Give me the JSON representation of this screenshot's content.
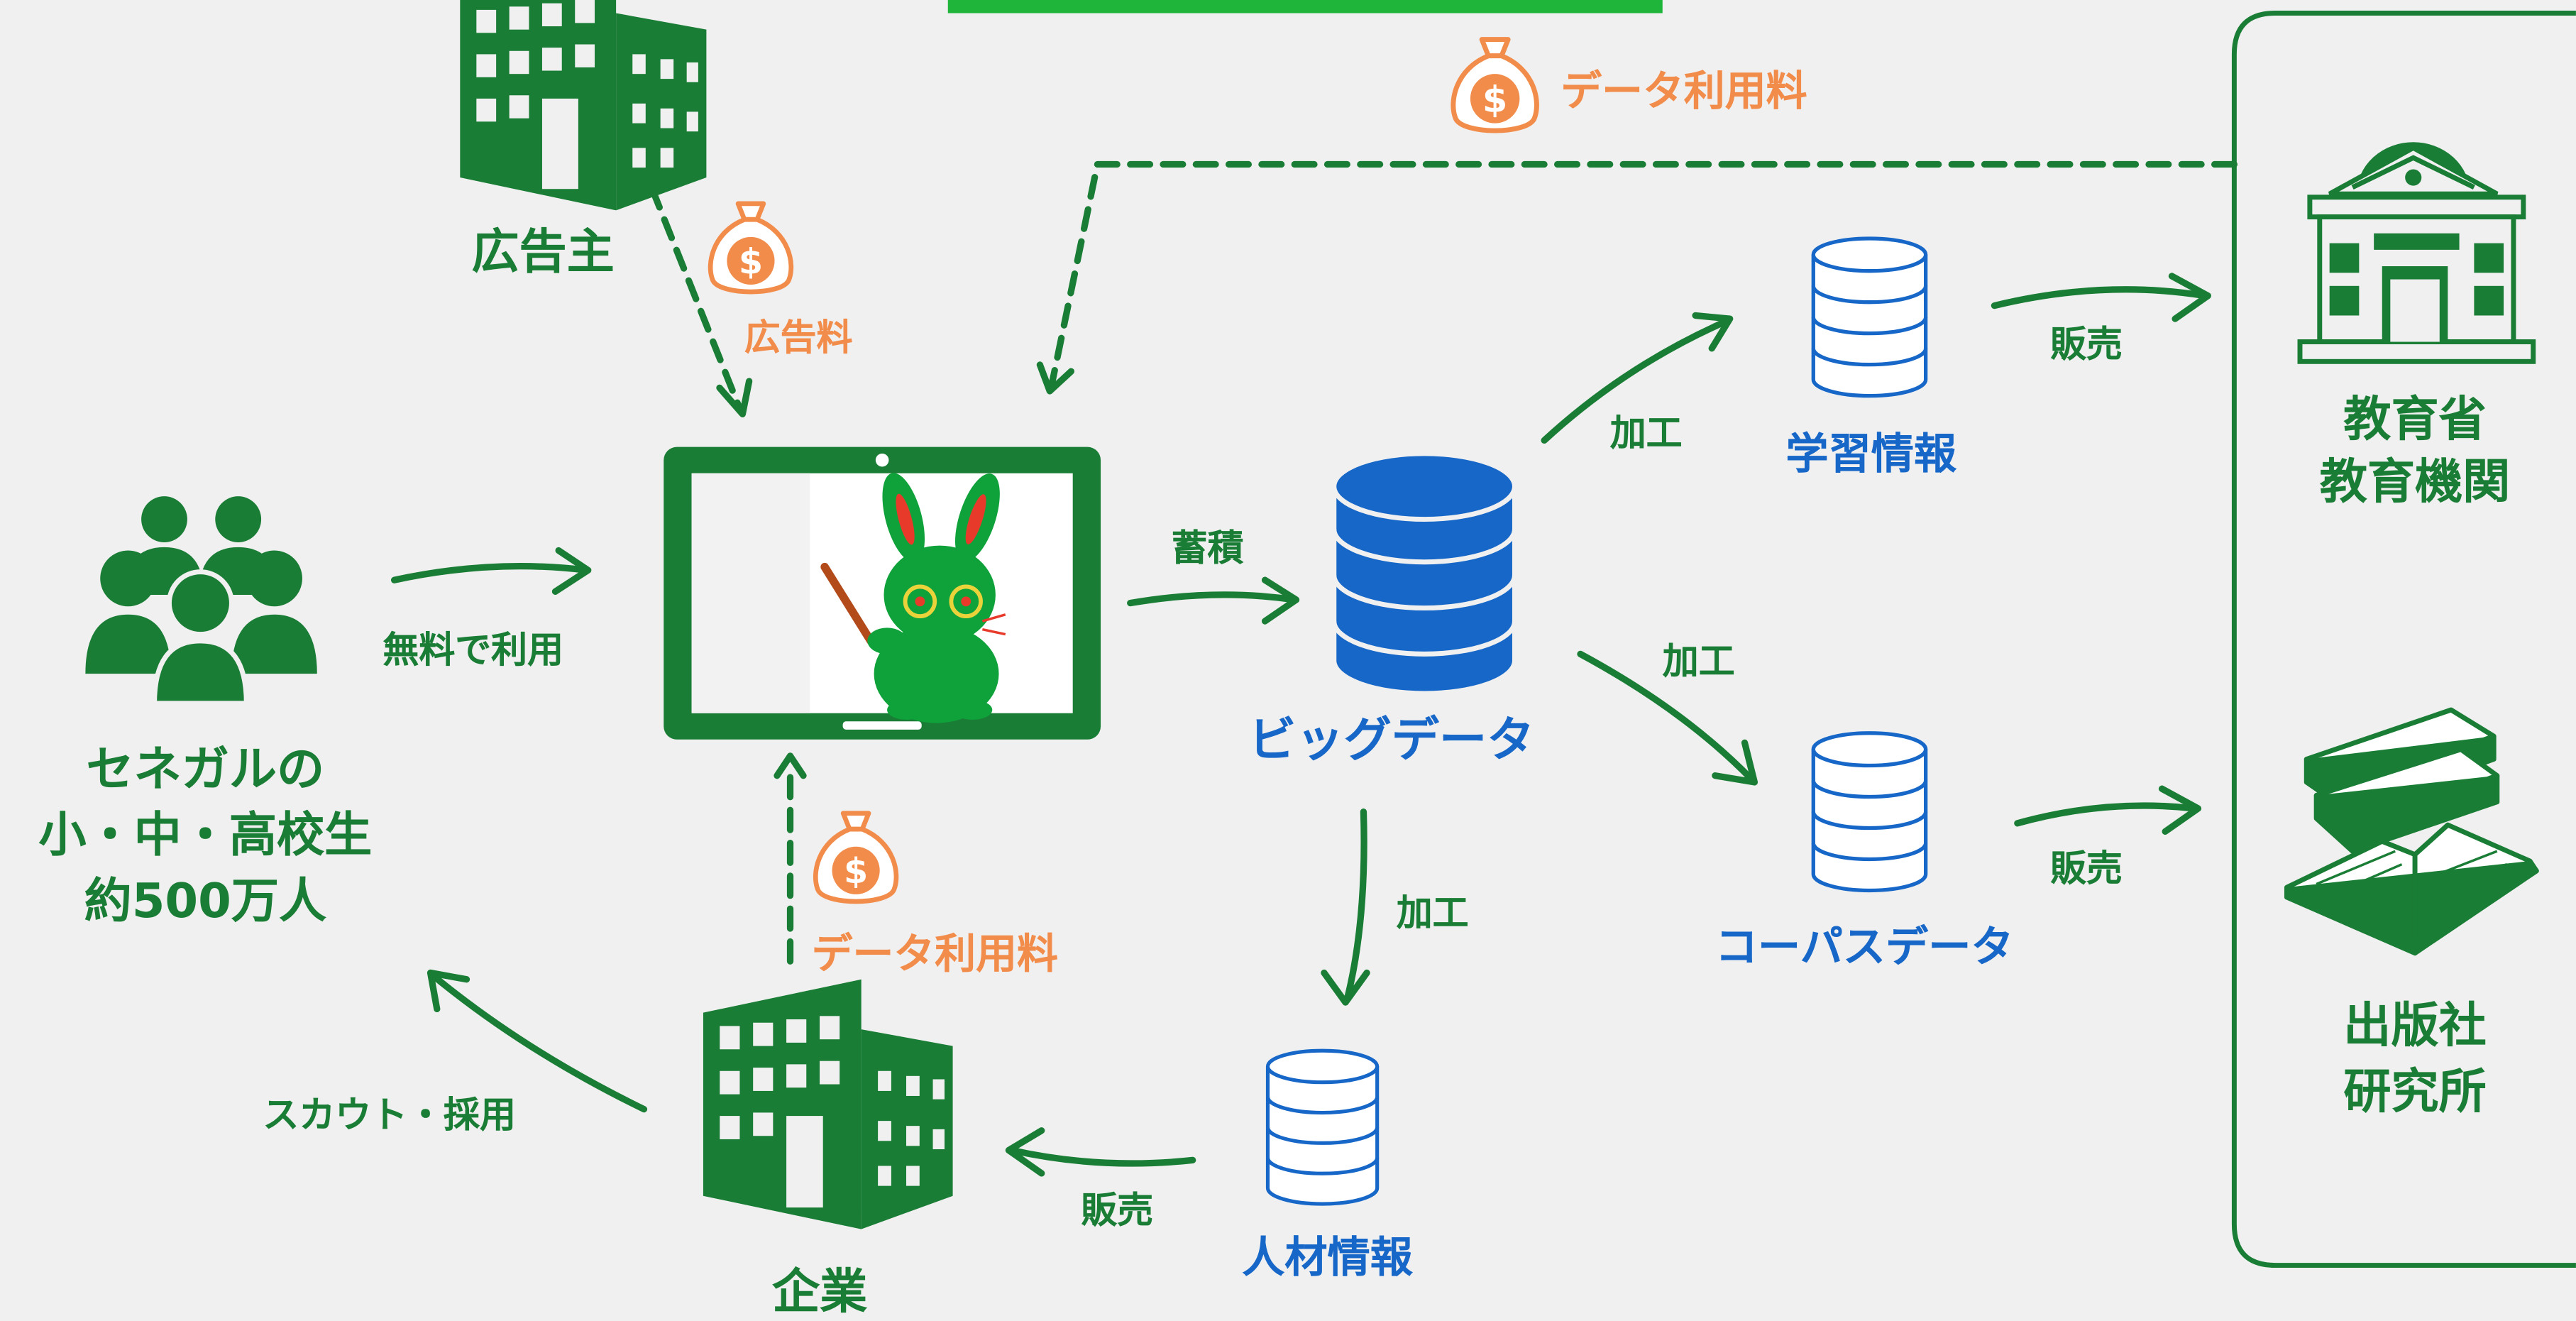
{
  "top_bar_color": "#1fb53a",
  "colors": {
    "green": "#1a7d35",
    "blue": "#1667c8",
    "orange": "#f28c4a",
    "background": "#f0f0f0"
  },
  "nodes": {
    "advertiser": {
      "label": "広告主",
      "icon": "office-building-icon"
    },
    "students": {
      "line1": "セネガルの",
      "line2": "小・中・高校生",
      "line3": "約500万人",
      "icon": "people-group-icon"
    },
    "tablet": {
      "icon": "tablet-app-icon",
      "mascot": "rabbit-teacher-mascot"
    },
    "big_data": {
      "label": "ビッグデータ",
      "icon": "database-icon"
    },
    "learning_info": {
      "label": "学習情報",
      "icon": "database-icon"
    },
    "corpus_data": {
      "label": "コーパスデータ",
      "icon": "database-icon"
    },
    "talent_info": {
      "label": "人材情報",
      "icon": "database-icon"
    },
    "company": {
      "label": "企業",
      "icon": "office-building-icon"
    },
    "ministry": {
      "line1": "教育省",
      "line2": "教育機関",
      "icon": "government-building-icon"
    },
    "publisher": {
      "line1": "出版社",
      "line2": "研究所",
      "icon": "books-icon"
    }
  },
  "edges": {
    "ad_fee": "広告料",
    "free_use": "無料で利用",
    "accumulate": "蓄積",
    "process_learning": "加工",
    "process_corpus": "加工",
    "process_talent": "加工",
    "sell_ministry": "販売",
    "sell_publisher": "販売",
    "sell_talent": "販売",
    "data_fee_company": "データ利用料",
    "data_fee_top": "データ利用料",
    "scout": "スカウト・採用"
  },
  "icons": {
    "money": "money-bag-icon"
  }
}
